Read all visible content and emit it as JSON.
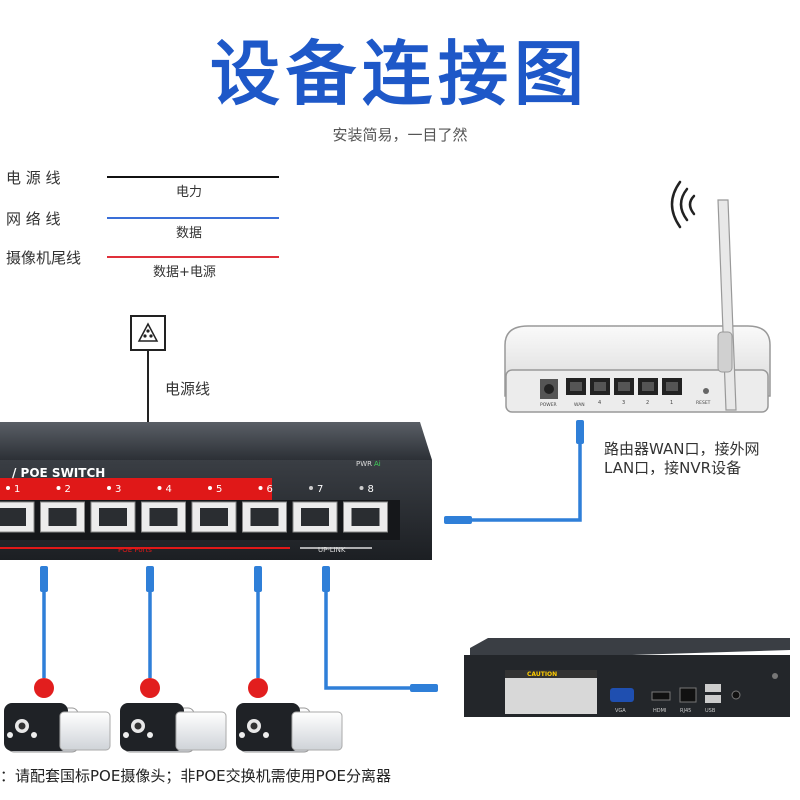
{
  "title": "设备连接图",
  "subtitle": "安装简易，一目了然",
  "legend": [
    {
      "label": "电 源 线",
      "desc": "电力",
      "color": "#111111"
    },
    {
      "label": "网 络 线",
      "desc": "数据",
      "color": "#3a6fd8"
    },
    {
      "label": "摄像机尾线",
      "desc": "数据+电源",
      "color": "#e0303a"
    }
  ],
  "power_label": "电源线",
  "switch": {
    "brand": "/ POE SWITCH",
    "poe_ports": [
      "1",
      "2",
      "3",
      "4",
      "5",
      "6"
    ],
    "uplink_ports": [
      "7",
      "8"
    ],
    "pwr": "PWR",
    "act": "Ai",
    "poe_text": "POE Ports",
    "uplink_text": "UP-LINK"
  },
  "router": {
    "power": "POWER",
    "wan": "WAN",
    "lan_ports": [
      "4",
      "3",
      "2",
      "1"
    ],
    "reset": "RESET",
    "note_line1": "路由器WAN口，接外网",
    "note_line2": "LAN口，接NVR设备"
  },
  "nvr": {
    "caution": "CAUTION",
    "vga": "VGA",
    "hdmi": "HDMI",
    "rj45": "RJ45",
    "usb": "USB"
  },
  "footer_note": "：请配套国标POE摄像头；非POE交换机需使用POE分离器",
  "colors": {
    "title": "#1e58c8",
    "cable_blue": "#2f7fd8",
    "dot_red": "#e21e1e",
    "switch_red": "#e01818"
  }
}
